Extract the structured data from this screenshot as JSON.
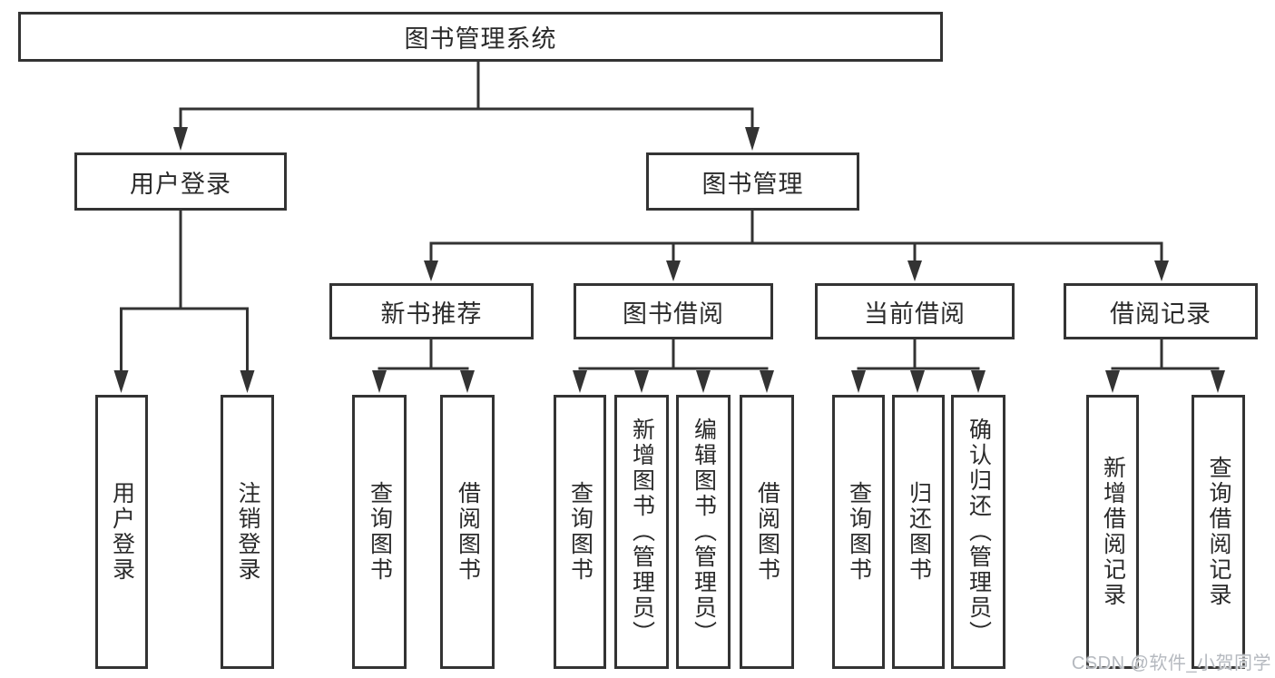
{
  "diagram": {
    "root": {
      "label": "图书管理系统"
    },
    "level2": [
      {
        "label": "用户登录"
      },
      {
        "label": "图书管理"
      }
    ],
    "level3": [
      {
        "label": "新书推荐",
        "parent": "图书管理"
      },
      {
        "label": "图书借阅",
        "parent": "图书管理"
      },
      {
        "label": "当前借阅",
        "parent": "图书管理"
      },
      {
        "label": "借阅记录",
        "parent": "图书管理"
      }
    ],
    "leaves": [
      {
        "label": "用户登录",
        "parent": "用户登录"
      },
      {
        "label": "注销登录",
        "parent": "用户登录"
      },
      {
        "label": "查询图书",
        "parent": "新书推荐"
      },
      {
        "label": "借阅图书",
        "parent": "新书推荐"
      },
      {
        "label": "查询图书",
        "parent": "图书借阅"
      },
      {
        "label": "新增图书（管理员）",
        "parent": "图书借阅"
      },
      {
        "label": "编辑图书（管理员）",
        "parent": "图书借阅"
      },
      {
        "label": "借阅图书",
        "parent": "图书借阅"
      },
      {
        "label": "查询图书",
        "parent": "当前借阅"
      },
      {
        "label": "归还图书",
        "parent": "当前借阅"
      },
      {
        "label": "确认归还（管理员）",
        "parent": "当前借阅"
      },
      {
        "label": "新增借阅记录",
        "parent": "借阅记录"
      },
      {
        "label": "查询借阅记录",
        "parent": "借阅记录"
      }
    ]
  },
  "watermark": {
    "text": "CSDN @软件_小贺同学"
  },
  "colors": {
    "background": "#ffffff",
    "line": "#333333",
    "text": "#2a2a2a",
    "watermark": "#b5b9bf"
  }
}
